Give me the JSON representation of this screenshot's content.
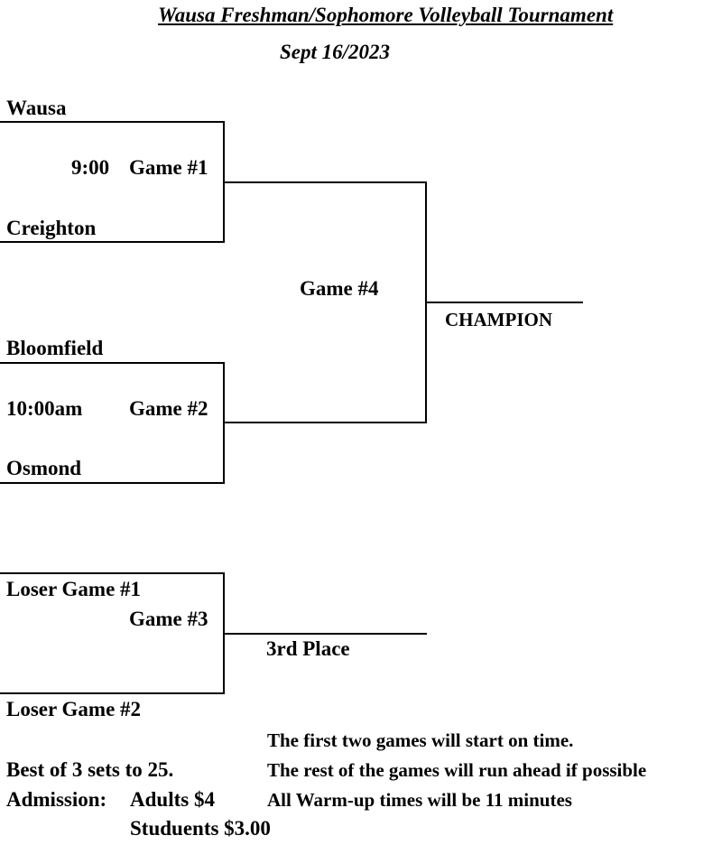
{
  "title": "Wausa Freshman/Sophomore Volleyball Tournament",
  "date": "Sept 16/2023",
  "teams": {
    "team1": "Wausa",
    "team2": "Creighton",
    "team3": "Bloomfield",
    "team4": "Osmond"
  },
  "games": {
    "game1_time": "9:00",
    "game1_label": "Game #1",
    "game2_time": "10:00am",
    "game2_label": "Game #2",
    "game3_label": "Game #3",
    "game4_label": "Game #4"
  },
  "results": {
    "champion": "CHAMPION",
    "third_place": "3rd Place"
  },
  "consolation": {
    "loser1": "Loser Game #1",
    "loser2": "Loser Game #2"
  },
  "notes": {
    "line1": "The first two games will start on time.",
    "line2": "The rest of the games will run ahead if possible",
    "line3": "All Warm-up times will be 11 minutes"
  },
  "info": {
    "sets": "Best of 3 sets to 25.",
    "admission_label": "Admission:",
    "adults": "Adults $4",
    "students": "Studuents $3.00"
  }
}
